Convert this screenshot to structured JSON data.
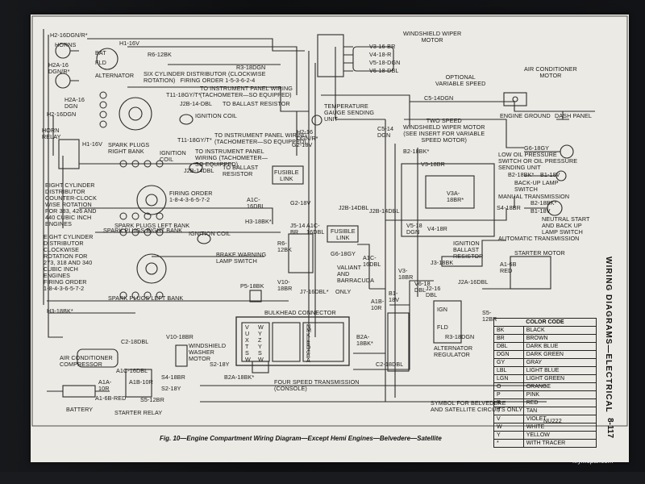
{
  "labels": {
    "h2_16dgn_r": "H2-16DGN/R*",
    "horns": "HORNS",
    "h2a_16dgn_r": "H2A-16\nDGN/R*",
    "h2a_16dgn": "H2A-16\nDGN",
    "h2_16dgn": "H2-16DGN",
    "horn_relay": "HORN\nRELAY",
    "h1_16v_a": "H1-16V",
    "bat": "BAT",
    "fld": "FLD",
    "r6_12bk": "R6-12BK",
    "alternator": "ALTERNATOR",
    "r3_18dgn": "R3-18DGN",
    "six_cyl_dist": "SIX CYLINDER DISTRIBUTOR (CLOCKWISE\nROTATION)   FIRING ORDER 1-5-3-6-2-4",
    "t11_a": "T11-18GY/T*",
    "to_instr_a": "TO INSTRUMENT PANEL WIRING\n(TACHOMETER—SO EQUIPPED)",
    "j2b_a": "J2B-14-DBL",
    "to_ballast_a": "TO BALLAST RESISTOR",
    "ignition_coil_a": "IGNITION COIL",
    "temp_gauge": "TEMPERATURE\nGAUGE SENDING\nUNIT",
    "h2_16_dgn_r2": "H2-16\nDGN/R*",
    "g2_18v_a": "G2-18V",
    "t11_b": "T11-18GY/T*",
    "to_instr_b": "TO INSTRUMENT PANEL WIRING\n(TACHOMETER—SO EQUIPPED)",
    "ignition_coil_b": "IGNITION\nCOIL",
    "to_instr_c": "TO INSTRUMENT PANEL\nWIRING (TACHOMETER—\nSO EQUIPPED)",
    "j2b_b": "J2B-14DBL",
    "to_ballast_b": "TO BALLAST\nRESISTOR",
    "h1_16v_b": "H1-16V",
    "spark_right_a": "SPARK PLUGS\nRIGHT BANK",
    "eight_cyl_a": "EIGHT CYLINDER\nDISTRIBUTOR\nCOUNTER-CLOCK\nWISE ROTATION\nFOR 383, 426 AND\n440 CUBIC INCH\nENGINES",
    "firing_a": "FIRING ORDER\n1-8-4-3-6-5-7-2",
    "spark_left_a": "SPARK PLUGS LEFT BANK",
    "spark_right_b": "SPARK PLUGS RIGHT BANK",
    "ignition_coil_c": "IGNITION COIL",
    "eight_cyl_b": "EIGHT CYLINDER\nDISTRIBUTOR\nCLOCKWISE\nROTATION FOR\n273, 318 AND 340\nCUBIC INCH\nENGINES\nFIRING ORDER\n1-8-4-3-6-5-7-2",
    "spark_left_b": "SPARK PLUGS LEFT BANK",
    "h3_18bk_a": "H3-18BK*",
    "h3_18bk_b": "H3-18BK*",
    "fusible_a": "FUSIBLE\nLINK",
    "g2_18v_b": "G2-18V",
    "a1c_16dbl_a": "A1C-\n16DBL",
    "j2b_14dbl_c": "J2B-14DBL",
    "j5_14br": "J5-14\nBR",
    "a1c_16dbl_b": "A1C-\n16DBL",
    "r6_12bk_b": "R6-\n12BK",
    "fusible_b": "FUSIBLE\nLINK",
    "g6_18gy_a": "G6-18GY",
    "brake_warn": "BRAKE WARNING\nLAMP SWITCH",
    "p5_18bk": "P5-18BK",
    "v10_18br_a": "V10-\n18BR",
    "j7_16dbl": "J7-16DBL*",
    "only": "ONLY",
    "valiant": "VALIANT\nAND\nBARRACUDA",
    "a1c_16dbl_c": "A1C-\n16DBL",
    "bulkhead": "BULKHEAD CONNECTOR",
    "c2_18dbl_a": "C2-18DBL",
    "v10_18br_b": "V10-18BR",
    "ws_washer": "WINDSHIELD\nWASHER\nMOTOR",
    "s2_18y_a": "S2-18Y",
    "b2a_18bk_a": "B2A-18BK*",
    "ac_comp": "AIR CONDITIONER\nCOMPRESSOR",
    "a1c_16dbl_d": "A1C-16DBL",
    "a1b_10r_a": "A1B-10R",
    "a1a_10r": "A1A-\n10R",
    "s4_18br_a": "S4-18BR",
    "s2_18y_b": "S2-18Y",
    "a1_6b_red": "A1-6B-RED",
    "s5_12br_a": "S5-12BR",
    "battery": "BATTERY",
    "starter_relay": "STARTER RELAY",
    "four_speed": "FOUR SPEED TRANSMISSION\n(CONSOLE)",
    "ws_wiper": "WINDSHIELD WIPER\nMOTOR",
    "v3_16br": "V3-16-BR",
    "v4_18r": "V4-18-R",
    "v5_18dgn": "V5-18-DGN",
    "v6_18dbl": "V6-18-DBL",
    "optional_vs": "OPTIONAL\nVARIABLE SPEED",
    "ac_motor": "AIR CONDITIONER\nMOTOR",
    "c5_14dgn": "C5-14DGN",
    "engine_ground": "ENGINE GROUND",
    "dash_panel": "DASH PANEL",
    "c5_14_dgn": "C5-14\nDGN",
    "two_speed": "TWO SPEED\nWINDSHIELD WIPER MOTOR\n(SEE INSERT FOR VARIABLE\nSPEED MOTOR)",
    "b2_18bk_a": "B2-18BK*",
    "g6_18gy_b": "G6-18GY",
    "low_oil": "LOW OIL PRESSURE\nSWITCH OR OIL PRESSURE\nSENDING UNIT",
    "b2_18bk_b": "B2-18BK*",
    "b1_18v_a": "B1-18V",
    "backup": "BACK-UP LAMP\nSWITCH",
    "manual_trans": "MANUAL TRANSMISSION",
    "b2_18bk_c": "B2-18BK*",
    "s4_18br_b": "S4-18BR",
    "b1_18v_b": "B1-18V",
    "neutral_start": "NEUTRAL START\nAND BACK UP\nLAMP SWITCH",
    "auto_trans": "AUTOMATIC TRANSMISSION",
    "v3_18br": "V3-18BR",
    "v3a_18br": "V3A-\n18BR*",
    "j2b_14dbl_d": "J2B-14DBL",
    "v5_18dgn_b": "V5-18\nDGN",
    "v4_18r_b": "V4-18R",
    "ign_ballast": "IGNITION\nBALLAST\nRESISTOR",
    "j3_18bk": "J3-18BK",
    "v3_18br_b": "V3-\n18BR",
    "v6_18dbl_b": "V6-18\nDBL",
    "j2_16dbl": "J2-16\nDBL",
    "j2a_16dbl": "J2A-16DBL",
    "b1_18v_c": "B1-\n18V",
    "a1b_10r_b": "A1B-\n10R",
    "b2a_18bk_b": "B2A-\n18BK*",
    "c2_18dbl_b": "C2-18DBL",
    "r3_18dgn_b": "R3-18DGN",
    "alt_regulator": "ALTERNATOR\nREGULATOR",
    "ign": "IGN",
    "fld_b": "FLD",
    "starter_motor": "STARTER MOTOR",
    "a1_6b_red_b": "A1-6B\nRED",
    "s5_12br_b": "S5-\n12BR",
    "symbol_note": "SYMBOL FOR BELVEDERE\nAND SATELLITE CIRCUITS ONLY",
    "nu222": "NU222",
    "with_tracer": "WITH TRACER"
  },
  "bulkhead_left": [
    "V",
    "U",
    "X",
    "T",
    "S",
    "W"
  ],
  "bulkhead_left2": [
    "W",
    "Y",
    "Z",
    "Y",
    "S",
    "W"
  ],
  "bulkhead_right": [
    "N",
    "M",
    "K",
    "L",
    "E",
    "D",
    "C",
    "B",
    "A"
  ],
  "color_code": {
    "title": "COLOR CODE",
    "rows": [
      [
        "BK",
        "BLACK"
      ],
      [
        "BR",
        "BROWN"
      ],
      [
        "DBL",
        "DARK BLUE"
      ],
      [
        "DGN",
        "DARK GREEN"
      ],
      [
        "GY",
        "GRAY"
      ],
      [
        "LBL",
        "LIGHT BLUE"
      ],
      [
        "LGN",
        "LIGHT GREEN"
      ],
      [
        "O",
        "ORANGE"
      ],
      [
        "P",
        "PINK"
      ],
      [
        "R",
        "RED"
      ],
      [
        "T",
        "TAN"
      ],
      [
        "V",
        "VIOLET"
      ],
      [
        "W",
        "WHITE"
      ],
      [
        "Y",
        "YELLOW"
      ],
      [
        "*",
        "WITH TRACER"
      ]
    ]
  },
  "caption": "Fig. 10—Engine Compartment Wiring Diagram—Except Hemi Engines—Belvedere—Satellite",
  "side_title": "WIRING DIAGRAMS—ELECTRICAL",
  "side_page": "8-117",
  "watermark": "MyMopar.com"
}
